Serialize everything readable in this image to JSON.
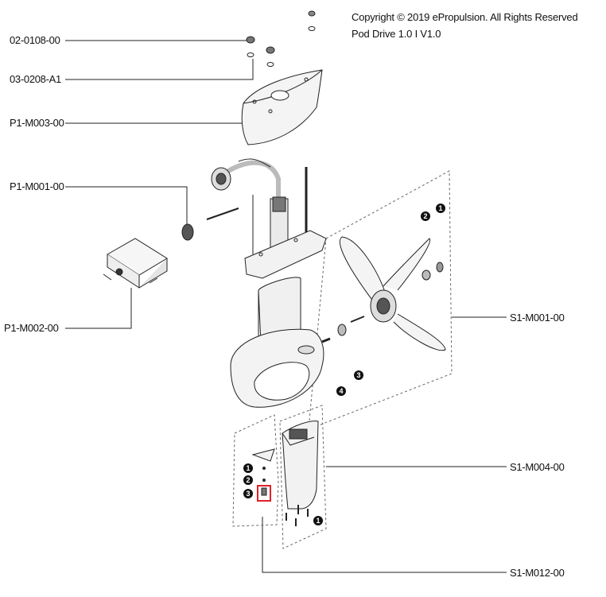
{
  "header": {
    "copyright": "Copyright © 2019 ePropulsion. All Rights Reserved",
    "model": "Pod Drive 1.0 I V1.0"
  },
  "part_labels": {
    "nut": "02-0108-00",
    "washer": "03-0208-A1",
    "top_cover": "P1-M003-00",
    "motor_cable": "P1-M001-00",
    "junction_box": "P1-M002-00",
    "propeller_kit": "S1-M001-00",
    "fin_kit": "S1-M004-00",
    "anode_kit": "S1-M012-00"
  },
  "callouts": {
    "prop_1": "1",
    "prop_2": "2",
    "prop_3": "3",
    "prop_4": "4",
    "anode_1": "1",
    "anode_2": "2",
    "anode_3": "3",
    "fin_1": "1"
  },
  "colors": {
    "line": "#222222",
    "highlight": "#e0202a",
    "callout_fill": "#111111"
  }
}
